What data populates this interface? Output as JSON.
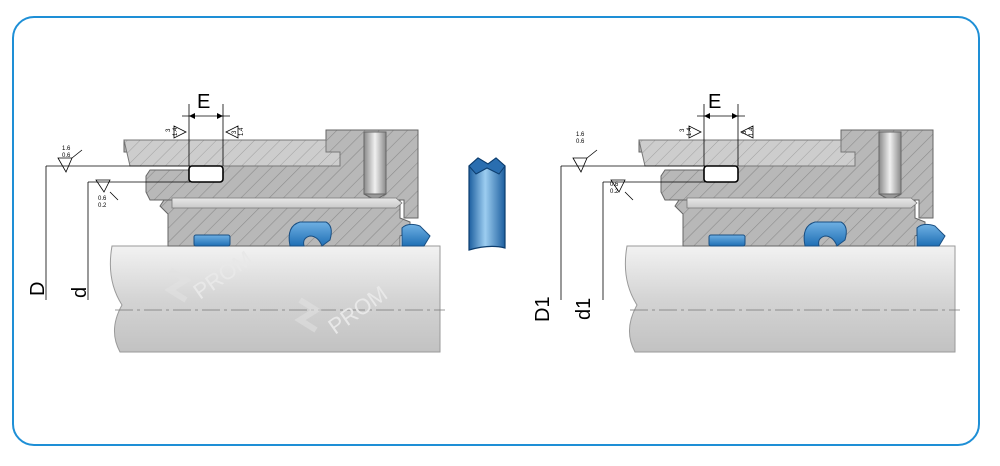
{
  "colors": {
    "frame": "#1e8fd6",
    "housing": "#b3b3b3",
    "shaft": "#d9d9d9",
    "seal": "#2f86c8",
    "watermark": "#e6e6e6"
  },
  "left_view": {
    "groove_width_label": "E",
    "bore_diameter_label": "D",
    "rod_diameter_label": "d",
    "roughness_outer_top": "1.6",
    "roughness_outer_bottom": "0.6",
    "roughness_inner_top": "0.6",
    "roughness_inner_bottom": "0.2",
    "flank_left_top": "3",
    "flank_left_bottom": "1.4",
    "flank_right_top": "3",
    "flank_right_bottom": "1.4"
  },
  "right_view": {
    "groove_width_label": "E",
    "bore_diameter_label": "D1",
    "rod_diameter_label": "d1",
    "roughness_outer_top": "1.6",
    "roughness_outer_bottom": "0.6",
    "roughness_inner_top": "0.6",
    "roughness_inner_bottom": "0.2",
    "flank_left_top": "3",
    "flank_left_bottom": "1.4",
    "flank_right_top": "3",
    "flank_right_bottom": "1.4"
  },
  "watermark": {
    "text": "PROM"
  }
}
